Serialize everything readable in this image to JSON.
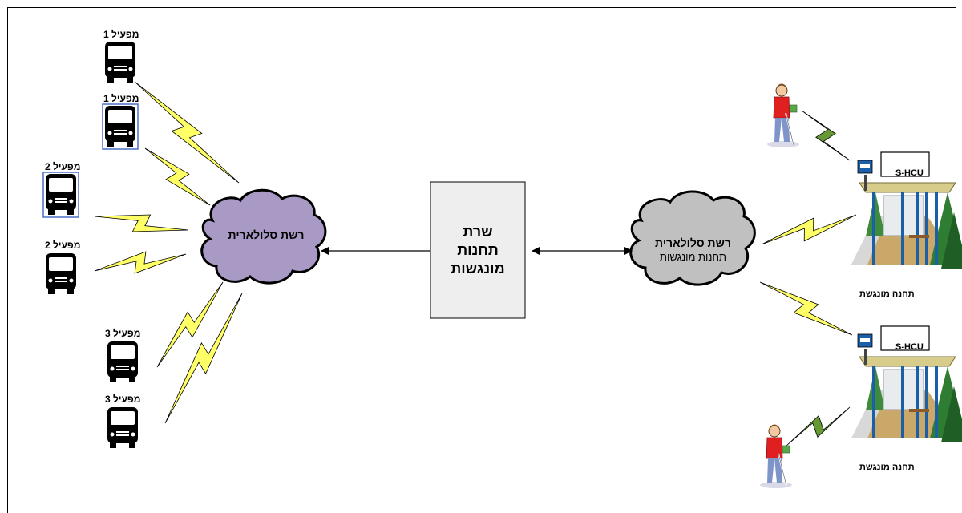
{
  "buses": [
    {
      "operator_label": "מפעיל 1",
      "highlighted": false
    },
    {
      "operator_label": "מפעיל 1",
      "highlighted": true
    },
    {
      "operator_label": "מפעיל 2",
      "highlighted": true
    },
    {
      "operator_label": "מפעיל 2",
      "highlighted": false
    },
    {
      "operator_label": "מפעיל 3",
      "highlighted": false
    },
    {
      "operator_label": "מפעיל 3",
      "highlighted": false
    }
  ],
  "left_cloud": {
    "title": "רשת סלולארית",
    "color": "#a999c5"
  },
  "server": {
    "lines": [
      "שרת",
      "תחנות",
      "מונגשות"
    ],
    "color": "#eeeeee"
  },
  "right_cloud": {
    "title": "רשת סלולארית",
    "subtitle": "תחנות מונגשות",
    "color": "#c0c0c0"
  },
  "stations": [
    {
      "unit_label": "S-HCU",
      "caption": "תחנה מונגשת"
    },
    {
      "unit_label": "S-HCU",
      "caption": "תחנה מונגשת"
    }
  ],
  "colors": {
    "lightning": "#ffff66",
    "lightning_green": "#669933",
    "shelter_blue": "#1a5fa8",
    "tree": "#2e7d32"
  }
}
